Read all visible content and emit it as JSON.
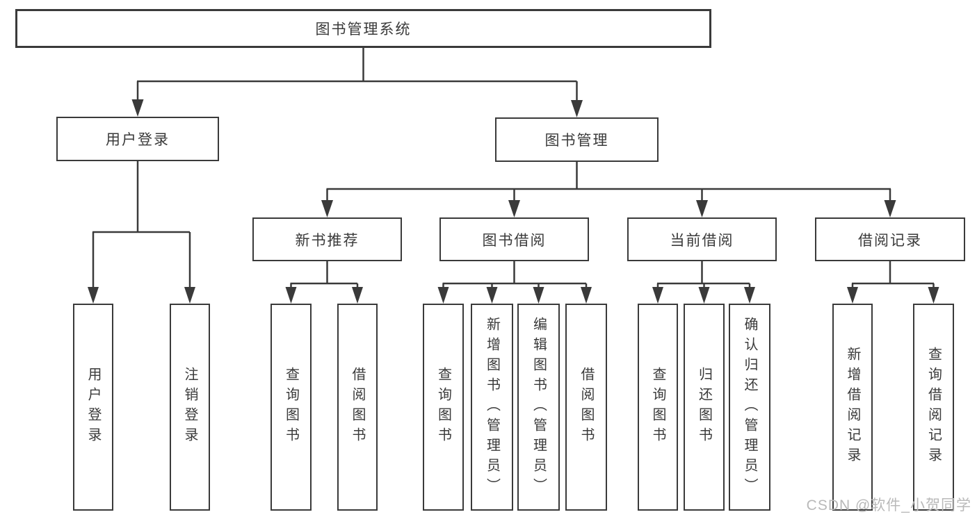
{
  "diagram": {
    "title": "图书管理系统",
    "watermark": "CSDN @软件_小贺同学",
    "tree": {
      "label": "图书管理系统",
      "children": [
        {
          "label": "用户登录",
          "children": [
            {
              "label": "用户登录"
            },
            {
              "label": "注销登录"
            }
          ]
        },
        {
          "label": "图书管理",
          "children": [
            {
              "label": "新书推荐",
              "children": [
                {
                  "label": "查询图书"
                },
                {
                  "label": "借阅图书"
                }
              ]
            },
            {
              "label": "图书借阅",
              "children": [
                {
                  "label": "查询图书"
                },
                {
                  "label": "新增图书（管理员）"
                },
                {
                  "label": "编辑图书（管理员）"
                },
                {
                  "label": "借阅图书"
                }
              ]
            },
            {
              "label": "当前借阅",
              "children": [
                {
                  "label": "查询图书"
                },
                {
                  "label": "归还图书"
                },
                {
                  "label": "确认归还（管理员）"
                }
              ]
            },
            {
              "label": "借阅记录",
              "children": [
                {
                  "label": "新增借阅记录"
                },
                {
                  "label": "查询借阅记录"
                }
              ]
            }
          ]
        }
      ]
    },
    "line_color": "#3a3a3a",
    "background_color": "#ffffff"
  }
}
